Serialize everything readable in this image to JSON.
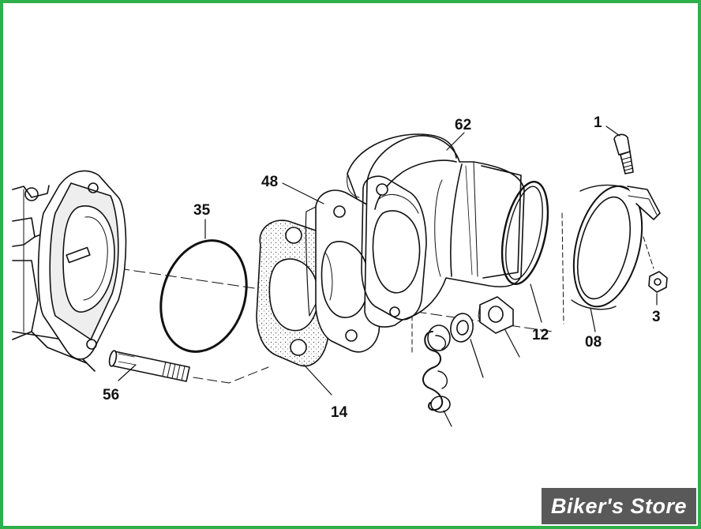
{
  "colors": {
    "frame_border": "#2fb04a",
    "line": "#111111",
    "watermark_bg": "#595959",
    "watermark_text": "#ffffff"
  },
  "parts": {
    "p1": "1",
    "p62": "62",
    "p48": "48",
    "p35": "35",
    "p12": "12",
    "p08": "08",
    "p3": "3",
    "p56": "56",
    "p14": "14"
  },
  "watermark": {
    "text": "Biker's Store"
  }
}
